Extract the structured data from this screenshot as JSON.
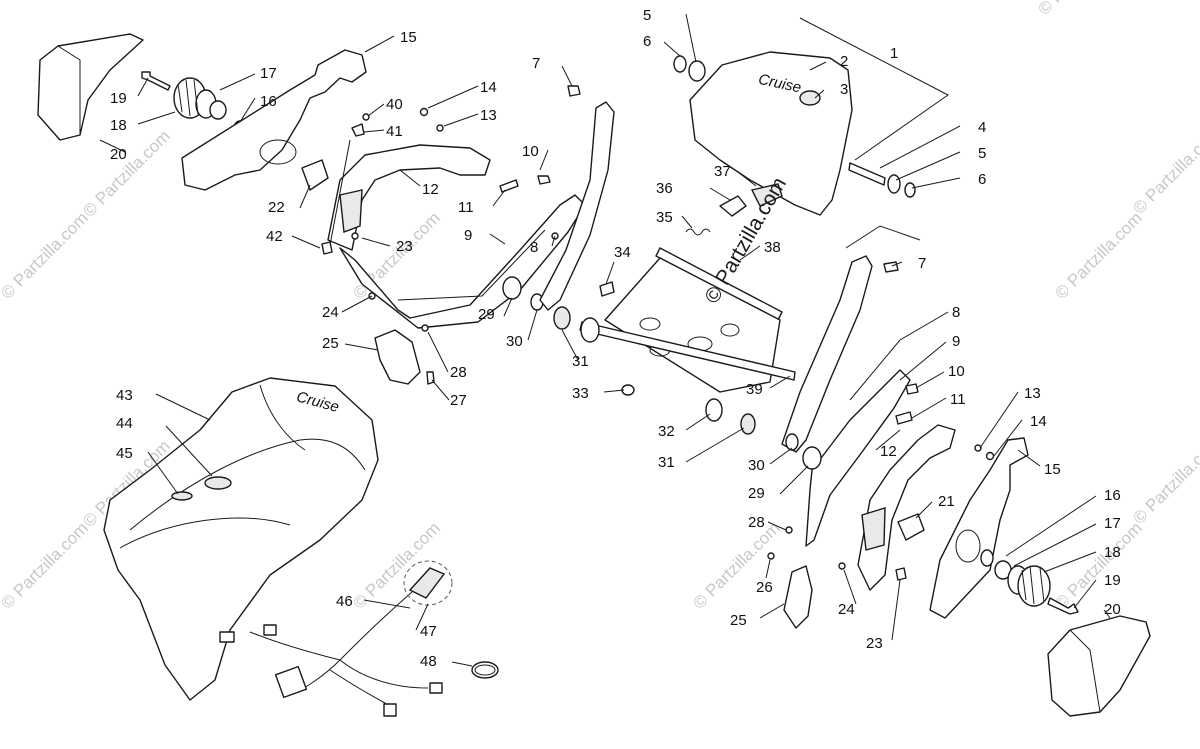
{
  "watermark": "© Partzilla.com",
  "center_watermark": "© Partzilla.com",
  "brand_mark": "Cruise",
  "callouts": [
    "1",
    "2",
    "3",
    "4",
    "5",
    "6",
    "7",
    "8",
    "9",
    "10",
    "11",
    "12",
    "13",
    "14",
    "15",
    "16",
    "17",
    "18",
    "19",
    "20",
    "21",
    "22",
    "23",
    "24",
    "25",
    "26",
    "27",
    "28",
    "29",
    "30",
    "31",
    "32",
    "33",
    "34",
    "35",
    "36",
    "37",
    "38",
    "39",
    "40",
    "41",
    "42",
    "43",
    "44",
    "45",
    "46",
    "47",
    "48"
  ]
}
